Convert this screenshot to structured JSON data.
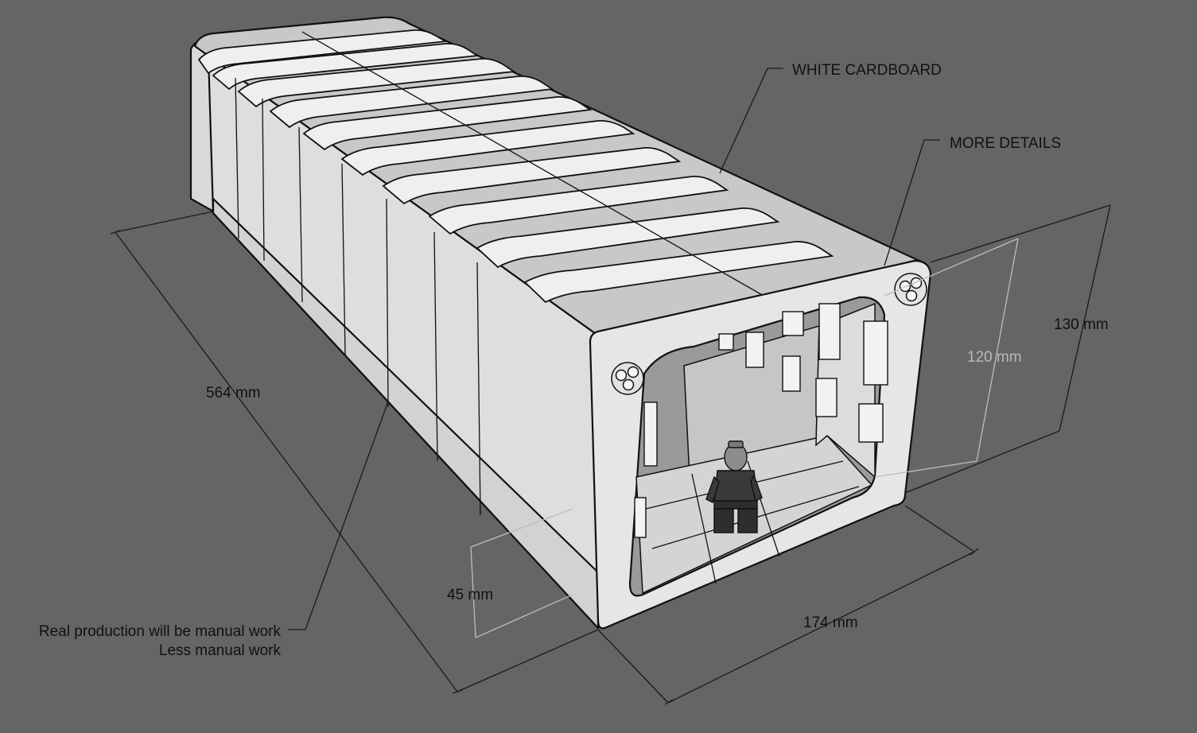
{
  "annotations": {
    "material": "WHITE CARDBOARD",
    "details": "MORE DETAILS",
    "production_note_line1": "Real production will be manual work",
    "production_note_line2": "Less manual work"
  },
  "dimensions": {
    "length": "564 mm",
    "width": "174 mm",
    "outer_height": "130 mm",
    "inner_height": "120 mm",
    "segment_depth": "45 mm"
  },
  "colors": {
    "background": "#656565",
    "cardboard_light": "#e4e4e4",
    "cardboard_mid": "#cfcfcf",
    "cardboard_shadow": "#b8b8b8",
    "outline": "#111111",
    "figure": "#3a3a3a"
  }
}
